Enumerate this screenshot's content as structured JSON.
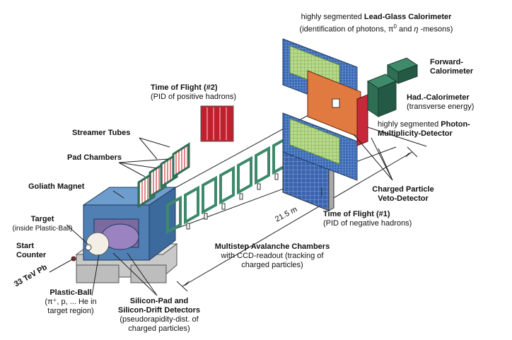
{
  "labels": {
    "lead_glass": {
      "line1_pre": "highly segmented ",
      "line1_bold": "Lead-Glass Calorimeter",
      "line2_pre": "(identification of  photons, ",
      "line2_pi": "π",
      "line2_pi_sup": "0",
      "line2_mid": " and  ",
      "line2_eta": "η",
      "line2_post": " -mesons)"
    },
    "forward_cal": {
      "line1": "Forward-",
      "line2": "Calorimeter"
    },
    "tof2": {
      "line1": "Time of Flight (#2)",
      "line2": "(PID of positive hadrons)"
    },
    "had_cal": {
      "line1": "Had.-Calorimeter",
      "line2": "(transverse energy)"
    },
    "photon_mult": {
      "line1_pre": "highly segmented ",
      "line1_bold": "Photon-",
      "line2": "Multiplicity-Detector"
    },
    "streamer": "Streamer Tubes",
    "pad_chambers": "Pad Chambers",
    "goliath": "Goliath Magnet",
    "charged_veto": {
      "line1": "Charged Particle",
      "line2": "Veto-Detector"
    },
    "distance": "21.5 m",
    "tof1": {
      "line1": "Time of Flight (#1)",
      "line2": "(PID of negative hadrons)"
    },
    "target": {
      "line1": "Target",
      "line2": "(inside Plastic-Ball)"
    },
    "start_counter": {
      "line1": "Start",
      "line2": "Counter"
    },
    "beam": "33 TeV  Pb",
    "msac": {
      "line1": "Multistep Avalanche Chambers",
      "line2": "with CCD-readout (tracking of",
      "line3": "charged particles)"
    },
    "plastic_ball": {
      "line1": "Plastic-Ball",
      "line2": "(π⁺, p, ... He in",
      "line3": "target region)"
    },
    "silicon": {
      "line1": "Silicon-Pad and",
      "line2": "Silicon-Drift Detectors",
      "line3": "(pseudorapidity-dist. of",
      "line4": "charged particles)"
    }
  },
  "colors": {
    "magnet": "#4f7fb3",
    "magnet_top": "#6e9ccc",
    "lead_glass": "#3a6ab5",
    "photon_green": "#b7d98a",
    "had_orange": "#e07a40",
    "veto_red": "#c8283a",
    "forward_green": "#2f6e55",
    "msac_green": "#3c8a6a",
    "tof_red": "#c0202e",
    "tof1_blue": "#3a64b0",
    "base_gray": "#c9c9c9"
  }
}
